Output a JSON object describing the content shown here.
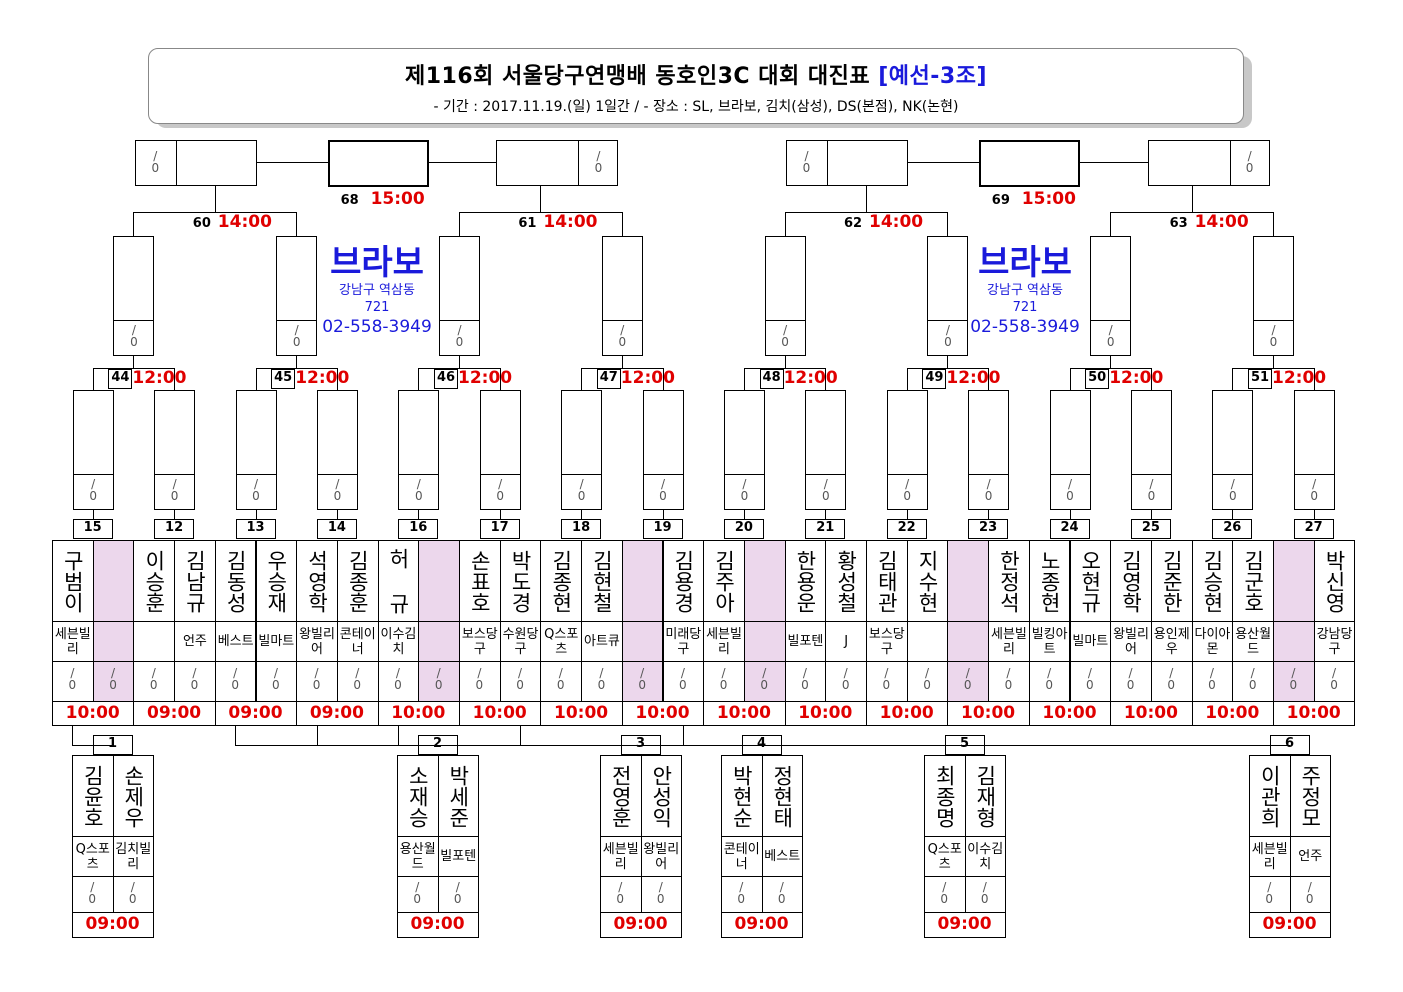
{
  "header": {
    "title": "제116회 서울당구연맹배 동호인3C 대회 대진표",
    "group": "[예선-3조]",
    "subtitle": "- 기간 : 2017.11.19.(일) 1일간 / - 장소 : SL, 브라보, 김치(삼성), DS(본점), NK(논현)"
  },
  "score_blank": "0",
  "venues": [
    {
      "name": "브라보",
      "addr1": "강남구 역삼동",
      "addr2": "721",
      "phone": "02-558-3949"
    },
    {
      "name": "브라보",
      "addr1": "강남구 역삼동",
      "addr2": "721",
      "phone": "02-558-3949"
    }
  ],
  "finals": [
    {
      "no": "68",
      "time": "15:00"
    },
    {
      "no": "69",
      "time": "15:00"
    }
  ],
  "semis": [
    {
      "no": "60",
      "time": "14:00"
    },
    {
      "no": "61",
      "time": "14:00"
    },
    {
      "no": "62",
      "time": "14:00"
    },
    {
      "no": "63",
      "time": "14:00"
    }
  ],
  "quarters": [
    {
      "no": "44",
      "time": "12:00"
    },
    {
      "no": "45",
      "time": "12:00"
    },
    {
      "no": "46",
      "time": "12:00"
    },
    {
      "no": "47",
      "time": "12:00"
    },
    {
      "no": "48",
      "time": "12:00"
    },
    {
      "no": "49",
      "time": "12:00"
    },
    {
      "no": "50",
      "time": "12:00"
    },
    {
      "no": "51",
      "time": "12:00"
    }
  ],
  "first_round": [
    {
      "no": "15",
      "time": "10:00",
      "players": [
        {
          "name": "구범이",
          "club": "세븐빌리"
        },
        {
          "name": "",
          "club": "",
          "pink": true
        }
      ]
    },
    {
      "no": "12",
      "time": "09:00",
      "players": [
        {
          "name": "이승훈",
          "club": ""
        },
        {
          "name": "김남규",
          "club": "언주"
        }
      ]
    },
    {
      "no": "13",
      "time": "09:00",
      "players": [
        {
          "name": "김동성",
          "club": "베스트"
        },
        {
          "name": "우승재",
          "club": "빌마트"
        }
      ]
    },
    {
      "no": "14",
      "time": "09:00",
      "players": [
        {
          "name": "석영학",
          "club": "왕빌리어"
        },
        {
          "name": "김종훈",
          "club": "콘테이너"
        }
      ]
    },
    {
      "no": "16",
      "time": "10:00",
      "players": [
        {
          "name": "허 규",
          "club": "이수김치"
        },
        {
          "name": "",
          "club": "",
          "pink": true
        }
      ]
    },
    {
      "no": "17",
      "time": "10:00",
      "players": [
        {
          "name": "손표호",
          "club": "보스당구"
        },
        {
          "name": "박도경",
          "club": "수원당구"
        }
      ]
    },
    {
      "no": "18",
      "time": "10:00",
      "players": [
        {
          "name": "김종현",
          "club": "Q스포츠"
        },
        {
          "name": "김현철",
          "club": "아트큐"
        }
      ]
    },
    {
      "no": "19",
      "time": "10:00",
      "players": [
        {
          "name": "",
          "club": "",
          "pink": true
        },
        {
          "name": "김용경",
          "club": "미래당구"
        }
      ]
    },
    {
      "no": "20",
      "time": "10:00",
      "players": [
        {
          "name": "김주아",
          "club": "세븐빌리"
        },
        {
          "name": "",
          "club": "",
          "pink": true
        }
      ]
    },
    {
      "no": "21",
      "time": "10:00",
      "players": [
        {
          "name": "한용운",
          "club": "빌포텐"
        },
        {
          "name": "황성철",
          "club": "J"
        }
      ]
    },
    {
      "no": "22",
      "time": "10:00",
      "players": [
        {
          "name": "김태관",
          "club": "보스당구"
        },
        {
          "name": "지수현",
          "club": ""
        }
      ]
    },
    {
      "no": "23",
      "time": "10:00",
      "players": [
        {
          "name": "",
          "club": "",
          "pink": true
        },
        {
          "name": "한정석",
          "club": "세븐빌리"
        }
      ]
    },
    {
      "no": "24",
      "time": "10:00",
      "players": [
        {
          "name": "노종현",
          "club": "빌킹아트"
        },
        {
          "name": "오현규",
          "club": "빌마트"
        }
      ]
    },
    {
      "no": "25",
      "time": "10:00",
      "players": [
        {
          "name": "김영학",
          "club": "왕빌리어"
        },
        {
          "name": "김준한",
          "club": "용인제우"
        }
      ]
    },
    {
      "no": "26",
      "time": "10:00",
      "players": [
        {
          "name": "김승현",
          "club": "다이아몬"
        },
        {
          "name": "김군호",
          "club": "용산월드"
        }
      ]
    },
    {
      "no": "27",
      "time": "10:00",
      "players": [
        {
          "name": "",
          "club": "",
          "pink": true
        },
        {
          "name": "박신영",
          "club": "강남당구"
        }
      ]
    }
  ],
  "prelims": [
    {
      "no": "1",
      "time": "09:00",
      "players": [
        {
          "name": "김윤호",
          "club": "Q스포츠"
        },
        {
          "name": "손제우",
          "club": "김치빌리"
        }
      ]
    },
    {
      "no": "2",
      "time": "09:00",
      "players": [
        {
          "name": "소재승",
          "club": "용산월드"
        },
        {
          "name": "박세준",
          "club": "빌포텐"
        }
      ]
    },
    {
      "no": "3",
      "time": "09:00",
      "players": [
        {
          "name": "전영훈",
          "club": "세븐빌리"
        },
        {
          "name": "안성익",
          "club": "왕빌리어"
        }
      ]
    },
    {
      "no": "4",
      "time": "09:00",
      "players": [
        {
          "name": "박현순",
          "club": "콘테이너"
        },
        {
          "name": "정현태",
          "club": "베스트"
        }
      ]
    },
    {
      "no": "5",
      "time": "09:00",
      "players": [
        {
          "name": "최종명",
          "club": "Q스포츠"
        },
        {
          "name": "김재형",
          "club": "이수김치"
        }
      ]
    },
    {
      "no": "6",
      "time": "09:00",
      "players": [
        {
          "name": "이관희",
          "club": "세븐빌리"
        },
        {
          "name": "주정모",
          "club": "언주"
        }
      ]
    }
  ]
}
